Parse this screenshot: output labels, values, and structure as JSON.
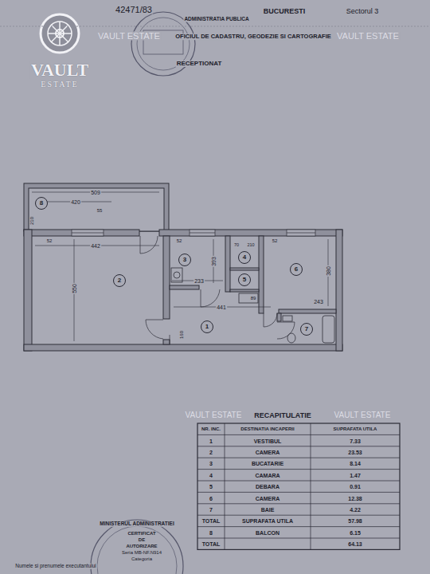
{
  "diagram": {
    "nodes": [
      {
        "text": [
          "1"
        ]
      },
      {
        "text": [
          "2"
        ]
      },
      {
        "text": [
          "3"
        ]
      },
      {
        "text": [
          "4"
        ]
      },
      {
        "text": [
          "5"
        ]
      },
      {
        "text": [
          "6"
        ]
      },
      {
        "text": [
          "7"
        ]
      },
      {
        "text": [
          "8"
        ]
      }
    ],
    "labels": [
      "VAULT",
      "ESTATE",
      "VAULT ESTATE",
      "VAULT ESTATE",
      "42471/83",
      "ADMINISTRATIA PUBLICA",
      "BUCURESTI",
      "Sectorul 3",
      "OFICIUL DE CADASTRU, GEODEZIE SI CARTOGRAFIE",
      "RECEPTIONAT",
      "509",
      "420",
      "55",
      "210",
      "442",
      "550",
      "233",
      "393",
      "441",
      "243",
      "380",
      "160",
      "89",
      "70",
      "210",
      "52",
      "52",
      "52",
      "MINISTERUL ADMINISTRATIEI",
      "CERTIFICAT",
      "DE",
      "AUTORIZARE",
      "Seria MB-NF.N914",
      "Categoria",
      "Numele si prenumele executantului",
      "VAULT ESTATE",
      "VAULT ESTATE",
      "RECAPITULATIE",
      "NR. INC.",
      "DESTINATIA INCAPERII",
      "SUPRAFATA UTILA",
      "1",
      "VESTIBUL",
      "7.33",
      "2",
      "CAMERA",
      "23.53",
      "3",
      "BUCATARIE",
      "8.14",
      "4",
      "CAMARA",
      "1.47",
      "5",
      "DEBARA",
      "0.91",
      "6",
      "CAMERA",
      "12.38",
      "7",
      "BAIE",
      "4.22",
      "TOTAL",
      "SUPRAFATA UTILA",
      "57.98",
      "8",
      "BALCON",
      "6.15",
      "TOTAL",
      "64.13"
    ]
  }
}
